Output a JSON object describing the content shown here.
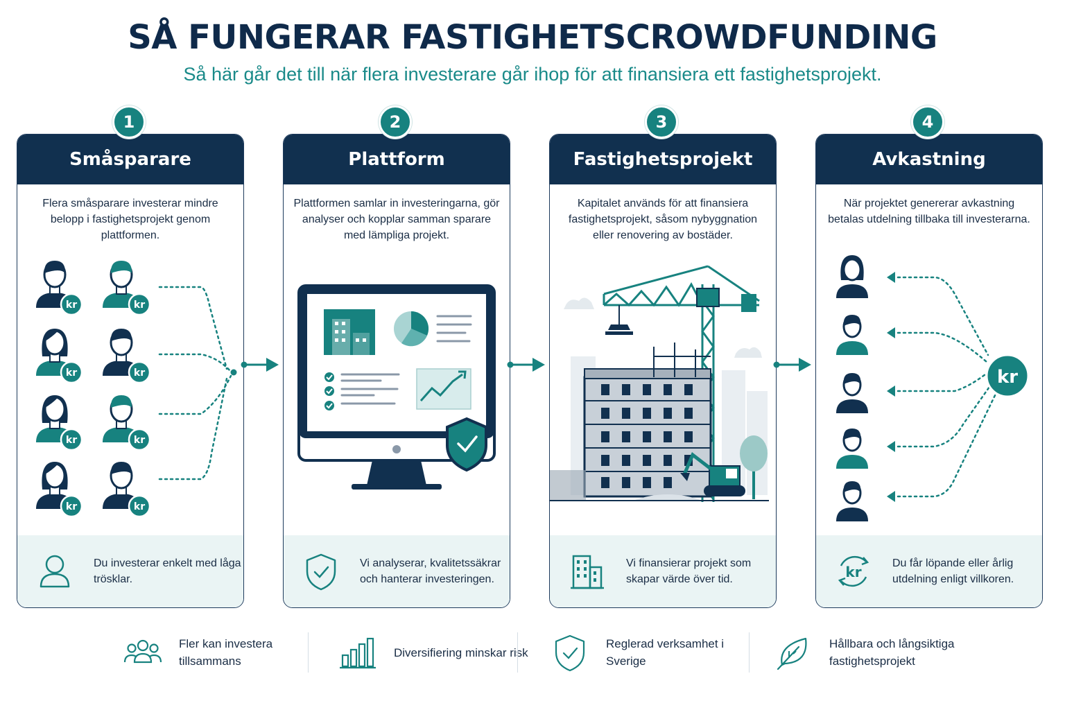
{
  "title": "SÅ FUNGERAR FASTIGHETSCROWDFUNDING",
  "subtitle": "Så här går det till när flera investerare går ihop för att finansiera ett fastighetsprojekt.",
  "colors": {
    "navy": "#11304f",
    "teal": "#17827f",
    "light_teal": "#eaf4f4"
  },
  "steps": [
    {
      "number": "1",
      "title": "Småsparare",
      "description": "Flera småsparare investerar mindre belopp i fastighetsprojekt genom plattformen.",
      "coin_label": "kr",
      "footer_icon": "person-outline-icon",
      "footer": "Du investerar enkelt med låga trösklar."
    },
    {
      "number": "2",
      "title": "Plattform",
      "description": "Plattformen samlar in investeringarna, gör analyser och kopplar samman sparare med lämpliga projekt.",
      "footer_icon": "shield-check-icon",
      "footer": "Vi analyserar, kvalitetssäkrar och hanterar investeringen."
    },
    {
      "number": "3",
      "title": "Fastighetsprojekt",
      "description": "Kapitalet används för att finansiera fastighetsprojekt, såsom nybyggnation eller renovering av bostäder.",
      "footer_icon": "building-icon",
      "footer": "Vi finansierar projekt som skapar värde över tid."
    },
    {
      "number": "4",
      "title": "Avkastning",
      "description": "När projektet genererar avkastning betalas utdelning tillbaka till investerarna.",
      "hub_label": "kr",
      "footer_icon": "kr-cycle-icon",
      "footer_icon_label": "kr",
      "footer": "Du får löpande eller årlig utdelning enligt villkoren."
    }
  ],
  "benefits": [
    {
      "icon": "people-group-icon",
      "text": "Fler kan investera tillsammans"
    },
    {
      "icon": "bar-chart-icon",
      "text": "Diversifiering minskar risk"
    },
    {
      "icon": "shield-check-icon",
      "text": "Reglerad verksamhet i Sverige"
    },
    {
      "icon": "leaf-icon",
      "text": "Hållbara och långsiktiga fastighetsprojekt"
    }
  ]
}
